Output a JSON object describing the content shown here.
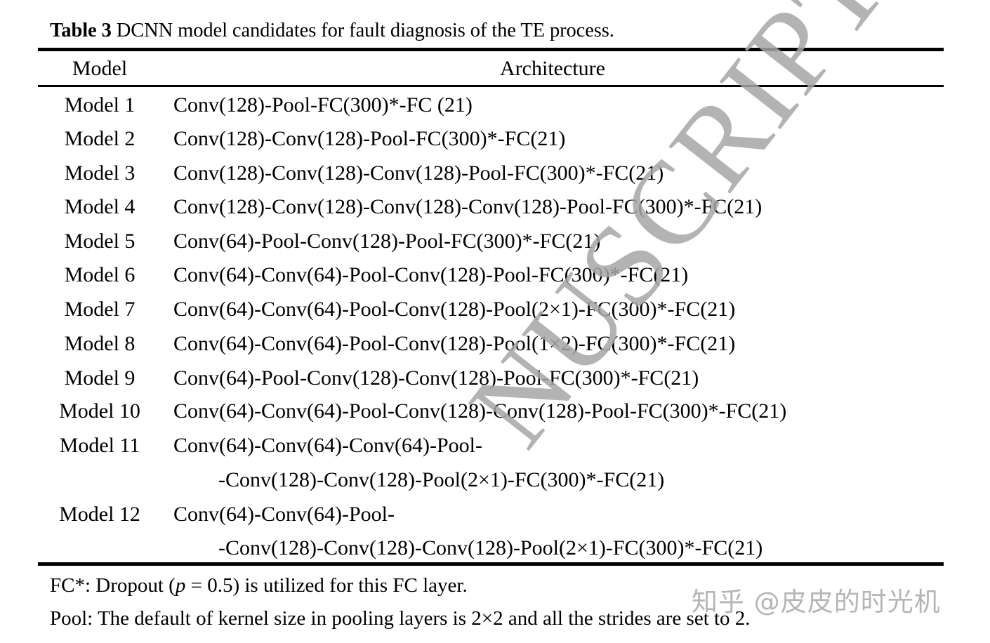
{
  "table": {
    "caption_label": "Table 3",
    "caption_text": " DCNN model candidates for fault diagnosis of the TE process.",
    "headers": {
      "model": "Model",
      "architecture": "Architecture"
    },
    "rows": [
      {
        "model": "Model 1",
        "arch": "Conv(128)-Pool-FC(300)*-FC (21)",
        "arch_cont": ""
      },
      {
        "model": "Model 2",
        "arch": "Conv(128)-Conv(128)-Pool-FC(300)*-FC(21)",
        "arch_cont": ""
      },
      {
        "model": "Model 3",
        "arch": "Conv(128)-Conv(128)-Conv(128)-Pool-FC(300)*-FC(21)",
        "arch_cont": ""
      },
      {
        "model": "Model 4",
        "arch": "Conv(128)-Conv(128)-Conv(128)-Conv(128)-Pool-FC(300)*-FC(21)",
        "arch_cont": ""
      },
      {
        "model": "Model 5",
        "arch": "Conv(64)-Pool-Conv(128)-Pool-FC(300)*-FC(21)",
        "arch_cont": ""
      },
      {
        "model": "Model 6",
        "arch": "Conv(64)-Conv(64)-Pool-Conv(128)-Pool-FC(300)*-FC(21)",
        "arch_cont": ""
      },
      {
        "model": "Model 7",
        "arch": "Conv(64)-Conv(64)-Pool-Conv(128)-Pool(2×1)-FC(300)*-FC(21)",
        "arch_cont": ""
      },
      {
        "model": "Model 8",
        "arch": "Conv(64)-Conv(64)-Pool-Conv(128)-Pool(1×2)-FC(300)*-FC(21)",
        "arch_cont": ""
      },
      {
        "model": "Model 9",
        "arch": "Conv(64)-Pool-Conv(128)-Conv(128)-Pool-FC(300)*-FC(21)",
        "arch_cont": ""
      },
      {
        "model": "Model 10",
        "arch": "Conv(64)-Conv(64)-Pool-Conv(128)-Conv(128)-Pool-FC(300)*-FC(21)",
        "arch_cont": ""
      },
      {
        "model": "Model 11",
        "arch": "Conv(64)-Conv(64)-Conv(64)-Pool-",
        "arch_cont": "-Conv(128)-Conv(128)-Pool(2×1)-FC(300)*-FC(21)"
      },
      {
        "model": "Model 12",
        "arch": "Conv(64)-Conv(64)-Pool-",
        "arch_cont": "-Conv(128)-Conv(128)-Conv(128)-Pool(2×1)-FC(300)*-FC(21)"
      }
    ],
    "footnotes": {
      "fc_prefix": "FC*: Dropout (",
      "fc_var": "p",
      "fc_eq": " = 0.5) is utilized for this FC layer.",
      "pool": "Pool: The default of kernel size in pooling layers is 2×2 and all the strides are set to 2."
    }
  },
  "watermarks": {
    "manuscript": "NUSCRIPT",
    "zhihu": "知乎 @皮皮的时光机"
  }
}
